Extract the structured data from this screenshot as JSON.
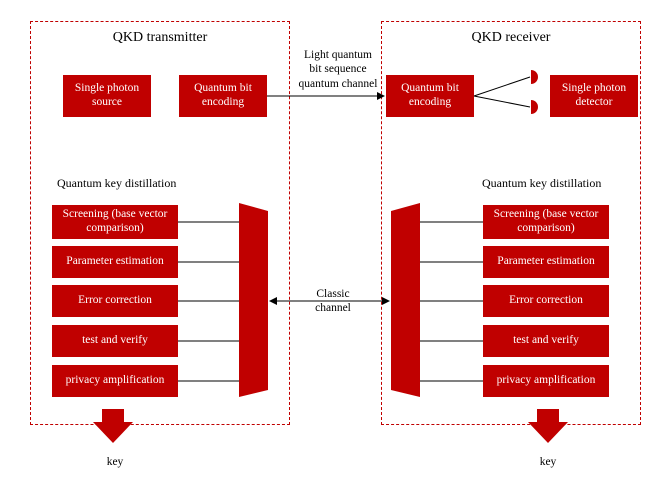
{
  "transmitter": {
    "title": "QKD transmitter",
    "source_label": "Single photon source",
    "encoding_label": "Quantum bit encoding",
    "distillation_title": "Quantum key distillation",
    "steps": [
      "Screening (base vector comparison)",
      "Parameter estimation",
      "Error correction",
      "test and verify",
      "privacy amplification"
    ],
    "output_label": "key"
  },
  "receiver": {
    "title": "QKD receiver",
    "encoding_label": "Quantum bit encoding",
    "detector_label": "Single photon detector",
    "distillation_title": "Quantum key distillation",
    "steps": [
      "Screening (base vector comparison)",
      "Parameter estimation",
      "Error correction",
      "test and verify",
      "privacy amplification"
    ],
    "output_label": "key"
  },
  "quantum_channel_label": "Light quantum bit sequence quantum channel",
  "classic_channel_label": "Classic channel",
  "colors": {
    "accent": "#c00000",
    "text": "#000000",
    "box_text": "#ffffff"
  }
}
